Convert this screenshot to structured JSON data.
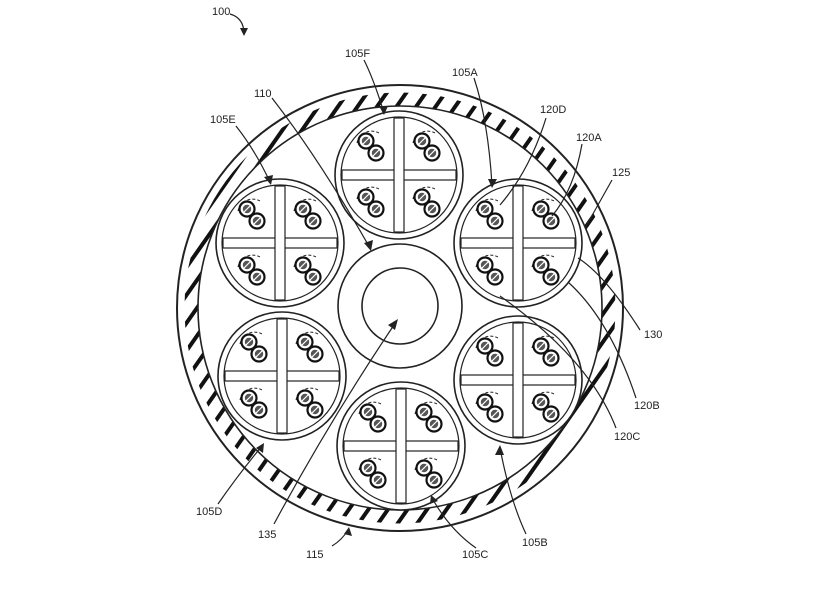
{
  "figure": {
    "labels": {
      "l100": "100",
      "l105F": "105F",
      "l105A": "105A",
      "l110": "110",
      "l120D": "120D",
      "l105E": "105E",
      "l120A": "120A",
      "l125": "125",
      "l130": "130",
      "l120B": "120B",
      "l120C": "120C",
      "l105D": "105D",
      "l135": "135",
      "l115": "115",
      "l105C": "105C",
      "l105B": "105B"
    }
  }
}
